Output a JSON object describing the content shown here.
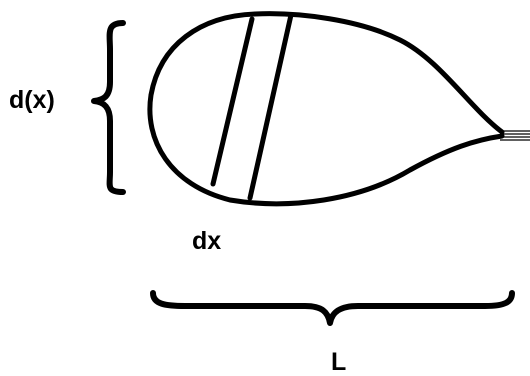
{
  "labels": {
    "diameter": "d(x)",
    "slice_width": "dx",
    "length": "L"
  },
  "colors": {
    "stroke": "#000000",
    "background": "#ffffff"
  }
}
